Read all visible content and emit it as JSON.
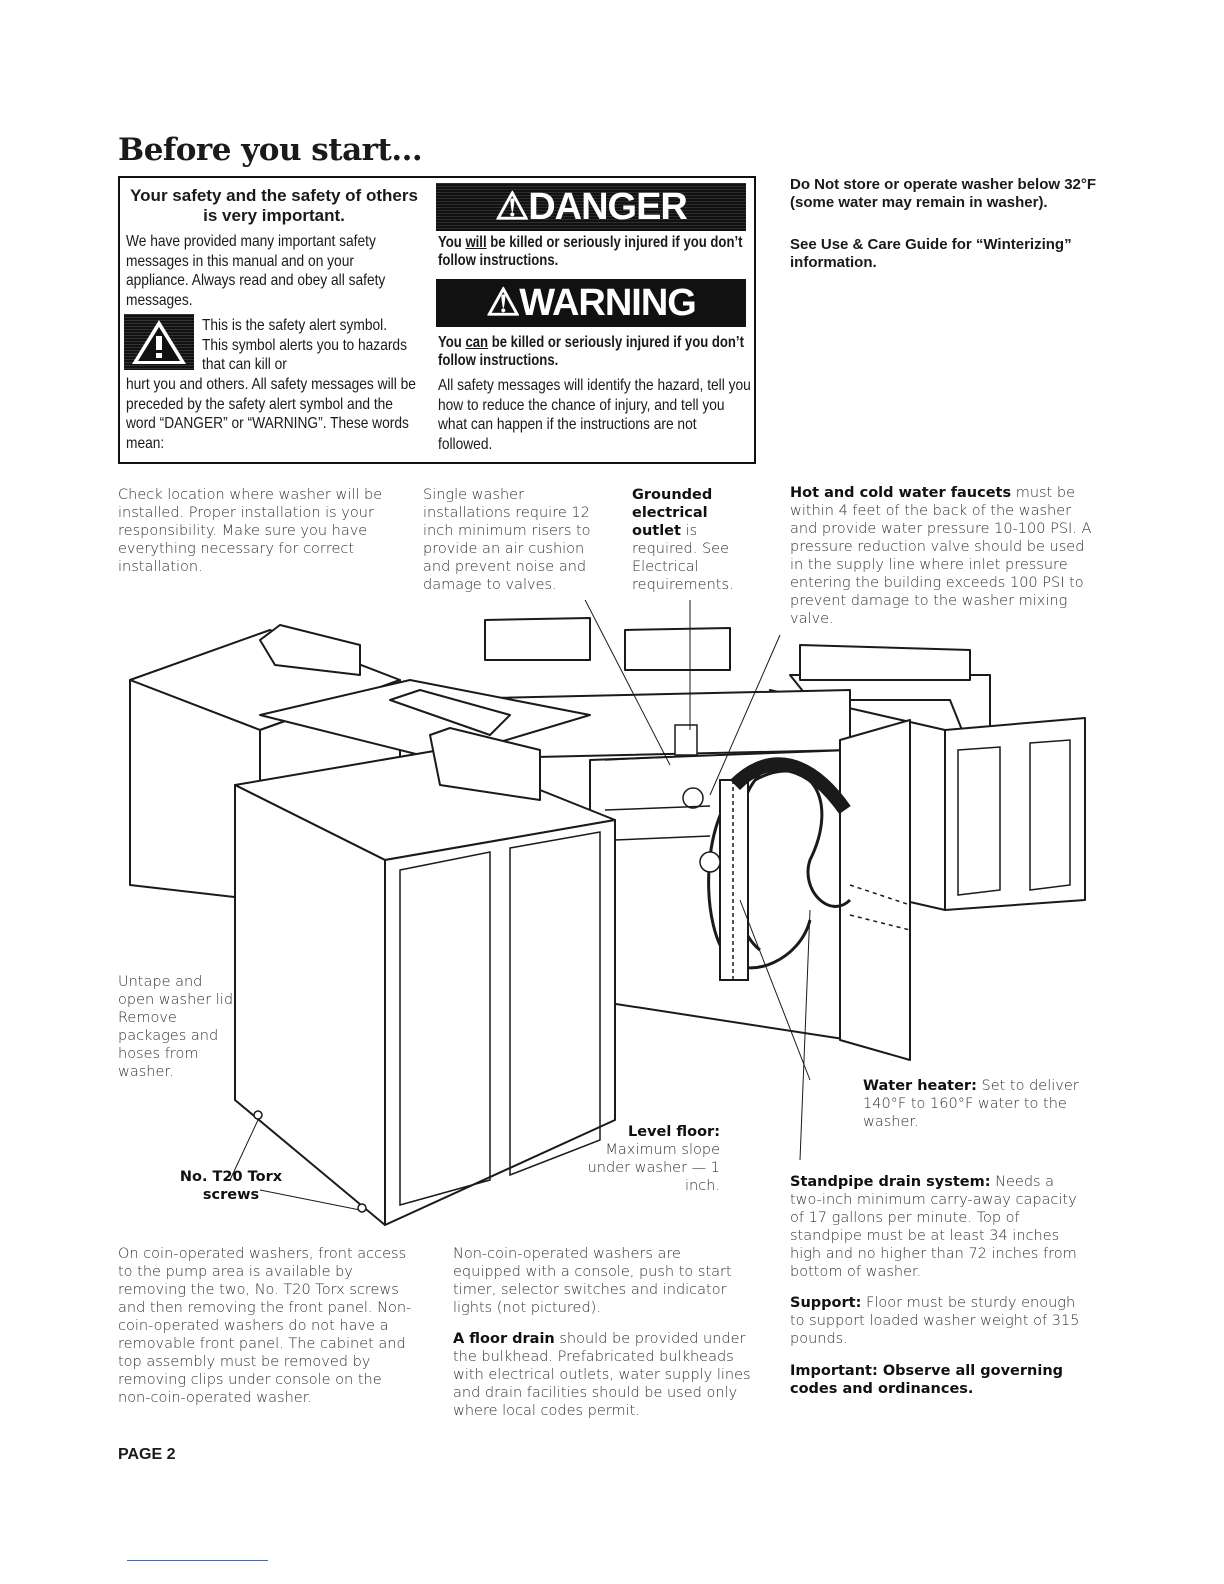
{
  "title": "Before you start...",
  "safety_box": {
    "heading": "Your safety and the safety of others is very important.",
    "para1": "We have provided many important safety messages in this manual and on your appliance. Always read and obey all safety messages.",
    "symbol_text": "This is the safety alert symbol. This symbol alerts you to hazards that can kill or",
    "para2": "hurt you and others. All safety messages will be preceded by the safety alert symbol and the word “DANGER” or “WARNING”. These words mean:",
    "danger_label": "⚠DANGER",
    "danger_text_pre": "You ",
    "danger_text_em": "will",
    "danger_text_post": " be killed or seriously injured if you don’t follow instructions.",
    "warning_label": "⚠WARNING",
    "warning_text_pre": "You ",
    "warning_text_em": "can",
    "warning_text_post": " be killed or seriously injured if you don’t follow instructions.",
    "all_messages": "All safety messages will identify the hazard, tell you how to reduce the chance of injury, and tell you what can happen if the instructions are not followed."
  },
  "right_notes": {
    "storage": "Do Not store or operate washer below 32°F (some water may remain in washer).",
    "winterizing": "See Use & Care Guide for “Winterizing” information."
  },
  "callouts": {
    "check_location": "Check location where washer will be installed. Proper installation is your responsibility. Make sure you have everything necessary for correct installation.",
    "single_washer": "Single washer installations require 12 inch minimum risers to provide an air cushion and prevent noise and damage to valves.",
    "grounded_bold": "Grounded electrical outlet",
    "grounded_text": " is required. See Electrical requirements.",
    "faucets_bold": "Hot and cold water faucets",
    "faucets_text": " must be within 4 feet of the back of the washer and provide water pressure 10-100 PSI. A pressure reduction valve should be used in the supply line where inlet pressure entering the building exceeds 100 PSI to prevent damage to the washer mixing valve.",
    "untape": "Untape and open washer lid. Remove packages and hoses from washer.",
    "torx": "No. T20 Torx screws",
    "level_bold": "Level floor:",
    "level_text": "Maximum slope under washer — 1 inch.",
    "heater_bold": "Water heater:",
    "heater_text": " Set to deliver 140°F to 160°F water to the washer.",
    "standpipe_bold": "Standpipe drain system:",
    "standpipe_text": " Needs a two-inch minimum carry-away capacity of 17 gallons per minute. Top of standpipe must be at least 34 inches high and no higher than 72 inches from bottom of washer.",
    "support_bold": "Support:",
    "support_text": " Floor must be sturdy enough to support loaded washer weight of 315 pounds.",
    "important": "Important: Observe all governing codes and ordinances.",
    "coin_op": "On coin-operated washers, front access to the pump area is available by removing the two, No. T20 Torx screws and then removing the front panel. Non-coin-operated washers do not have a removable front panel. The cabinet and top assembly must be removed by removing clips under console on the non-coin-operated washer.",
    "non_coin": "Non-coin-operated washers are equipped with a console, push to start timer, selector switches and indicator lights (not pictured).",
    "floor_drain_bold": "A floor drain",
    "floor_drain_text": " should be provided under the bulkhead. Prefabricated bulkheads with electrical outlets, water supply lines and drain facilities should be used only where local codes permit."
  },
  "page_number": "PAGE 2"
}
